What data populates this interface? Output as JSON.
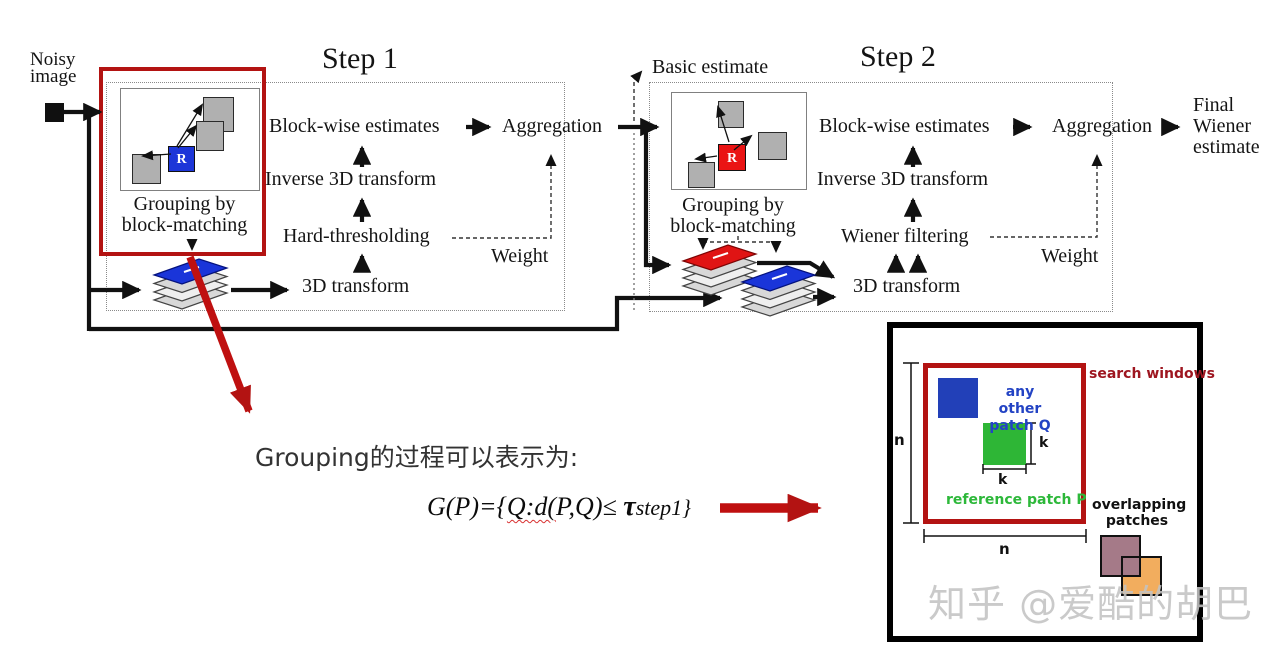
{
  "noisy_image": "Noisy image",
  "step1": {
    "title": "Step 1",
    "grouping_line1": "Grouping by",
    "grouping_line2": "block-matching",
    "r_label": "R",
    "blockwise": "Block-wise estimates",
    "aggregation": "Aggregation",
    "inverse3d": "Inverse 3D transform",
    "hard_thresholding": "Hard-thresholding",
    "weight": "Weight",
    "transform3d": "3D transform"
  },
  "step2": {
    "title": "Step 2",
    "basic_estimate": "Basic estimate",
    "grouping_line1": "Grouping by",
    "grouping_line2": "block-matching",
    "r_label": "R",
    "blockwise": "Block-wise estimates",
    "aggregation": "Aggregation",
    "inverse3d": "Inverse 3D transform",
    "wiener_filtering": "Wiener filtering",
    "weight": "Weight",
    "transform3d": "3D transform",
    "final_line1": "Final",
    "final_line2": "Wiener",
    "final_line3": "estimate"
  },
  "annotation": {
    "heading": "Grouping的过程可以表示为:",
    "formula_pre": "G(P)={",
    "formula_wavy": "Q:d(",
    "formula_mid": "P,Q)≤ ",
    "formula_tau": "τ",
    "formula_sub": "step1}"
  },
  "detail": {
    "search_windows": "search windows",
    "any_other_line1": "any other",
    "any_other_line2": "patch Q",
    "reference_patch": "reference patch P",
    "overlapping_line1": "overlapping",
    "overlapping_line2": "patches",
    "n_left": "n",
    "n_bottom": "n",
    "k_right": "k",
    "k_bottom": "k"
  },
  "watermark": "知乎 @爱酷的胡巴",
  "colors": {
    "accent_red": "#b31312",
    "patch_blue": "#2240b8",
    "patch_green": "#2eb636",
    "patch_red": "#ea1414",
    "patch_mauve": "#a57a88",
    "patch_orange": "#f2ad5e",
    "search_label_red": "#9e1620",
    "label_blue": "#2343c4",
    "label_green": "#2db83a"
  }
}
